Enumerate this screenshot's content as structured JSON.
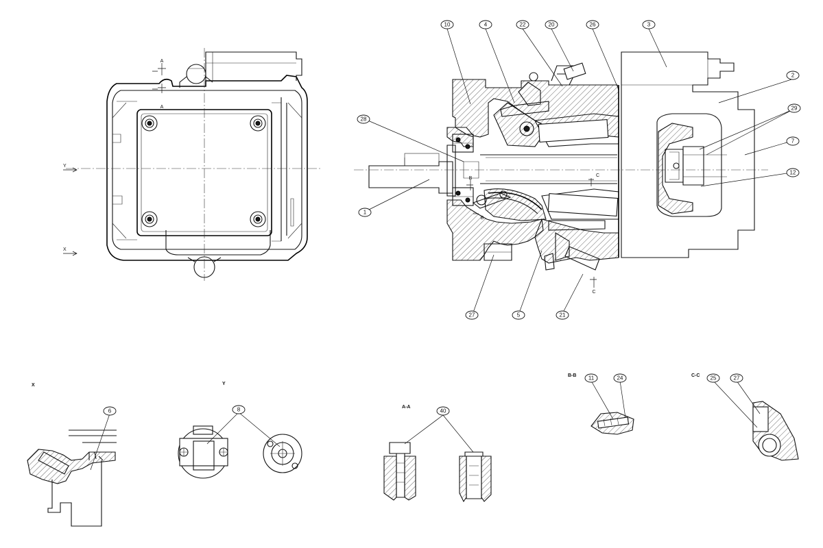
{
  "section_markers": {
    "a_top": "A",
    "a_bottom": "A",
    "b_top": "B",
    "b_bottom": "B",
    "c_top": "C",
    "c_bottom": "C"
  },
  "view_arrows": {
    "y": "Y",
    "x": "X"
  },
  "balloons": {
    "b10": "10",
    "b4": "4",
    "b22": "22",
    "b20": "20",
    "b26": "26",
    "b3": "3",
    "b2": "2",
    "b29": "29",
    "b7": "7",
    "b12": "12",
    "b28": "28",
    "b1": "1",
    "b27": "27",
    "b5": "5",
    "b21": "21",
    "b6": "6",
    "b8": "8",
    "b40": "40",
    "b11": "11",
    "b24": "24",
    "b25": "25",
    "b27_cc": "27"
  },
  "detail_views": {
    "x": "X",
    "y": "Y",
    "aa": "A-A",
    "bb": "B-B",
    "cc": "C-C"
  },
  "colors": {
    "line": "#111111",
    "background": "#ffffff"
  }
}
